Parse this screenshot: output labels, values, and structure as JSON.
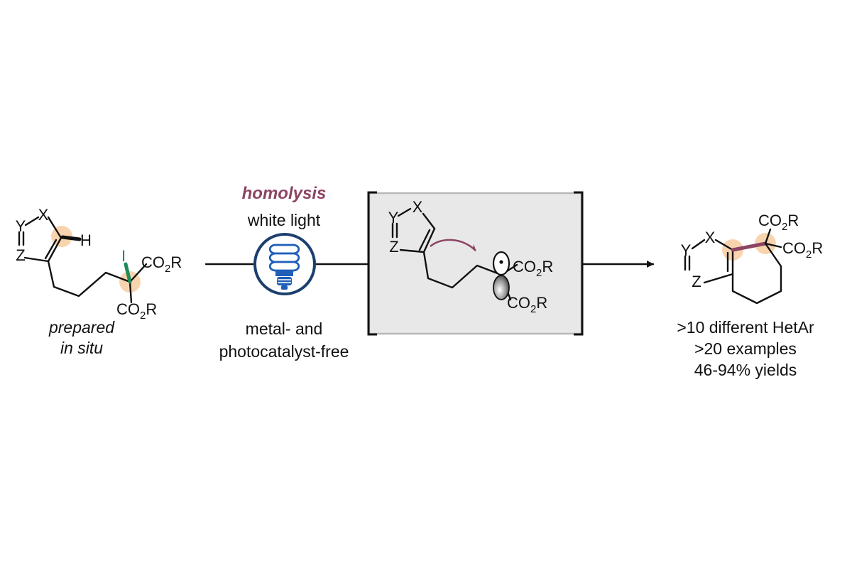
{
  "atoms": {
    "x": "X",
    "y": "Y",
    "z": "Z",
    "h": "H",
    "i": "I"
  },
  "group": {
    "prefix": "CO",
    "sub": "2",
    "suffix": "R"
  },
  "left": {
    "line1": "prepared",
    "line2": "in situ"
  },
  "conditions": {
    "top_emphasis": "homolysis",
    "top": "white light",
    "bottom1": "metal- and",
    "bottom2": "photocatalyst-free"
  },
  "results": [
    "&gt;10 different HetAr",
    "&gt;20 examples",
    "46-94% yields"
  ],
  "colors": {
    "highlight": "#f6c99a",
    "iodine": "#1f8a5b",
    "accent": "#8b4563",
    "box_fill": "#e8e8e8",
    "box_border": "#b8b8b8",
    "bulb": "#1f5fb8",
    "bulb_ring": "#1c3f6e"
  },
  "icon": "lightbulb-icon"
}
